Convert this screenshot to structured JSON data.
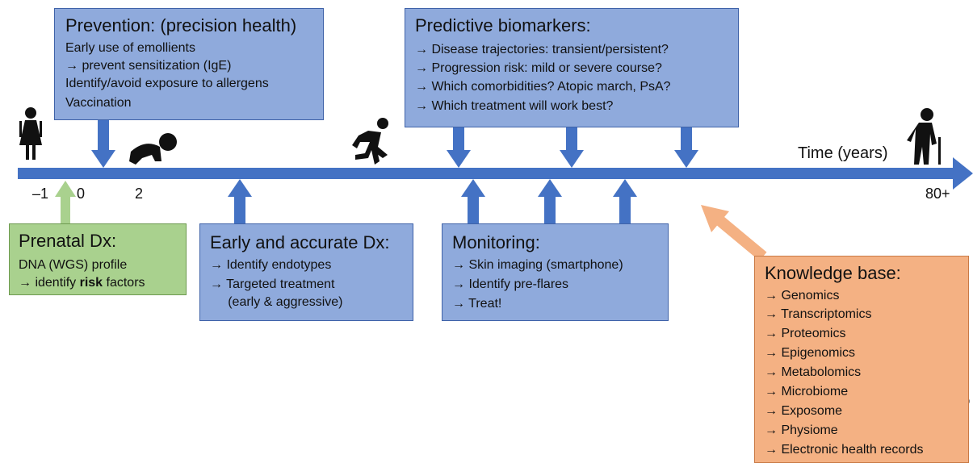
{
  "prevention": {
    "title": "Prevention: (precision health)",
    "lines": [
      "Early use of emollients",
      "→ prevent sensitization (IgE)",
      "Identify/avoid exposure to allergens",
      "Vaccination"
    ]
  },
  "predictive": {
    "title": "Predictive biomarkers:",
    "lines": [
      "→  Disease trajectories: transient/persistent?",
      "→  Progression risk: mild or severe course?",
      "→  Which comorbidities? Atopic march, PsA?",
      "→  Which treatment will work best?"
    ]
  },
  "prenatal": {
    "title": "Prenatal Dx:",
    "lines": [
      "DNA (WGS) profile",
      "→ identify ",
      "risk",
      " factors"
    ]
  },
  "early_dx": {
    "title": "Early and accurate Dx:",
    "lines": [
      "→  Identify endotypes",
      "→  Targeted treatment",
      "     (early & aggressive)"
    ]
  },
  "monitoring": {
    "title": "Monitoring:",
    "lines": [
      "→  Skin imaging (smartphone)",
      "→  Identify pre-flares",
      "→  Treat!"
    ]
  },
  "knowledge": {
    "title": "Knowledge base:",
    "lines": [
      "→  Genomics",
      "→  Transcriptomics",
      "→  Proteomics",
      "→  Epigenomics",
      "→  Metabolomics",
      "→  Microbiome",
      "→  Exposome",
      "→  Physiome",
      "→  Electronic health records"
    ]
  },
  "timeline": {
    "axis_label": "Time (years)",
    "ticks": [
      "–1",
      "0",
      "2",
      "80+"
    ]
  },
  "colors": {
    "blue_box": "#8faadc",
    "arrow_blue": "#4472c4",
    "green_box": "#a9d18e",
    "green_arrow": "#a9d18e",
    "orange_box": "#f4b183",
    "orange_arrow": "#f4b183"
  },
  "icons": [
    "woman-icon",
    "baby-crawling-icon",
    "runner-icon",
    "elderly-person-icon",
    "medicine-bottle-icon",
    "syringe-icon",
    "dna-icon",
    "stethoscope-icon",
    "smartphone-skin-image-icon",
    "spectrum-chart-icon",
    "microbe-icon",
    "cloud-computer-icon"
  ]
}
